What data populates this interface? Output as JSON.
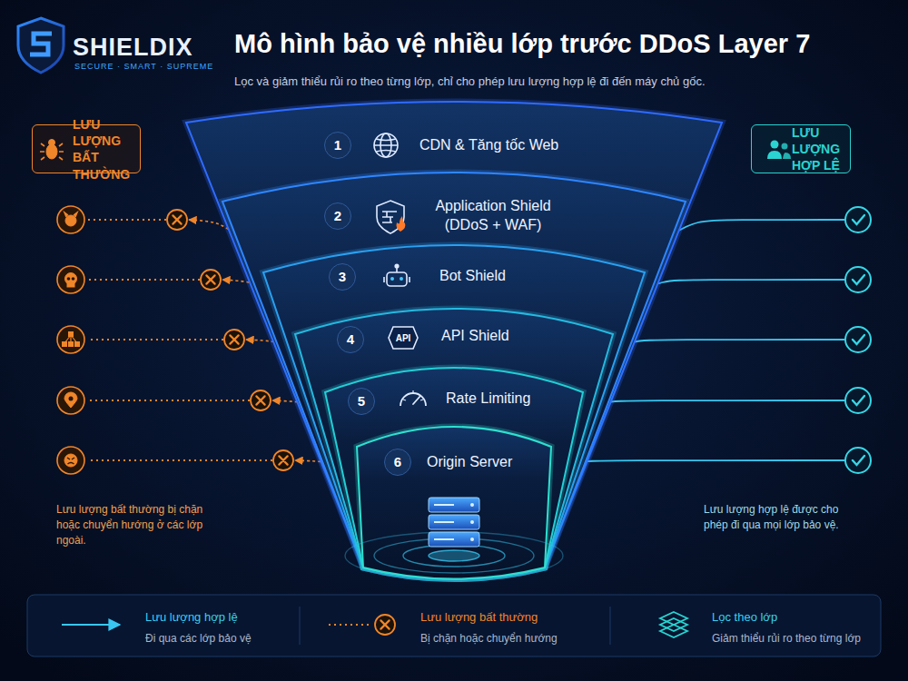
{
  "diagram": {
    "title": "Mô hình bảo vệ nhiều lớp trước DDoS Layer 7",
    "caption": "Lọc và giảm thiểu rủi ro theo từng lớp, chỉ cho phép lưu lượng hợp lệ đi đến máy chủ gốc.",
    "nodes": [
      {
        "text": [
          "LƯU LƯỢNG BẤT THƯỜNG"
        ]
      },
      {
        "text": [
          "LƯU LƯỢNG HỢP LỆ"
        ]
      },
      {
        "text": [
          "CDN & Tăng tốc Web"
        ]
      },
      {
        "text": [
          "1"
        ],
        "in": 2
      },
      {
        "text": [
          "Application Shield (DDoS + WAF)"
        ]
      },
      {
        "text": [
          "2"
        ],
        "in": 4
      },
      {
        "text": [
          "Bot Shield"
        ]
      },
      {
        "text": [
          "3"
        ],
        "in": 6
      },
      {
        "text": [
          "API Shield"
        ]
      },
      {
        "text": [
          "4"
        ],
        "in": 8
      },
      {
        "text": [
          "Rate Limiting"
        ]
      },
      {
        "text": [
          "5"
        ],
        "in": 10
      },
      {
        "text": [
          "Origin Server"
        ]
      },
      {
        "text": [
          "6"
        ],
        "in": 12
      }
    ],
    "labels": [
      "SHIELDIX",
      "SECURE · SMART · SUPREME",
      "API",
      "Lưu lượng bất thường bị chặn hoặc chuyển hướng ở các lớp ngoài.",
      "Lưu lượng hợp lệ được cho phép đi qua mọi lớp bảo vệ."
    ],
    "legend": [
      {
        "text": "Lưu lượng hợp lệ"
      },
      {
        "text": "Đi qua các lớp bảo vệ"
      },
      {
        "text": "Lưu lượng bất thường"
      },
      {
        "text": "Bị chặn hoặc chuyển hướng"
      },
      {
        "text": "Lọc theo lớp"
      },
      {
        "text": "Giảm thiểu rủi ro theo từng lớp"
      }
    ]
  }
}
